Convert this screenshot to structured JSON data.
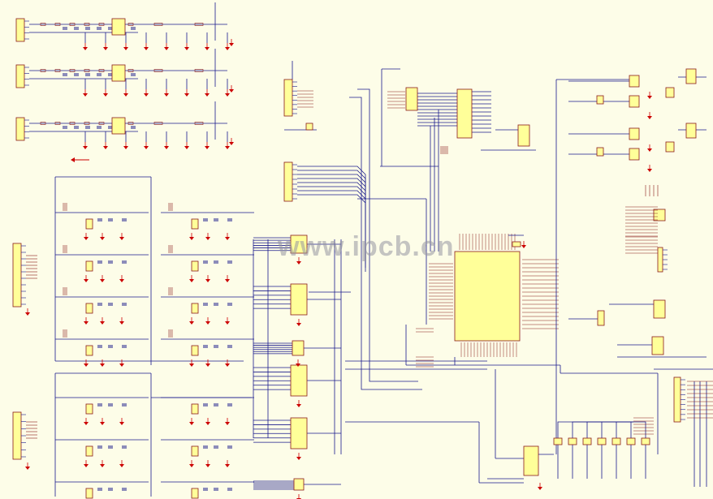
{
  "watermark": "www.ipcb.cn",
  "colors": {
    "background": "#fdfde8",
    "wire": "#1a1a8c",
    "net_label": "#8b1a1a",
    "component_fill": "#ffff99",
    "component_stroke": "#8b1a1a",
    "ground": "#cc0000",
    "dot": "#00aa00"
  },
  "icons": [
    "ground-symbol",
    "capacitor-symbol",
    "resistor-symbol",
    "connector-header",
    "ic-chip",
    "junction-dot"
  ]
}
